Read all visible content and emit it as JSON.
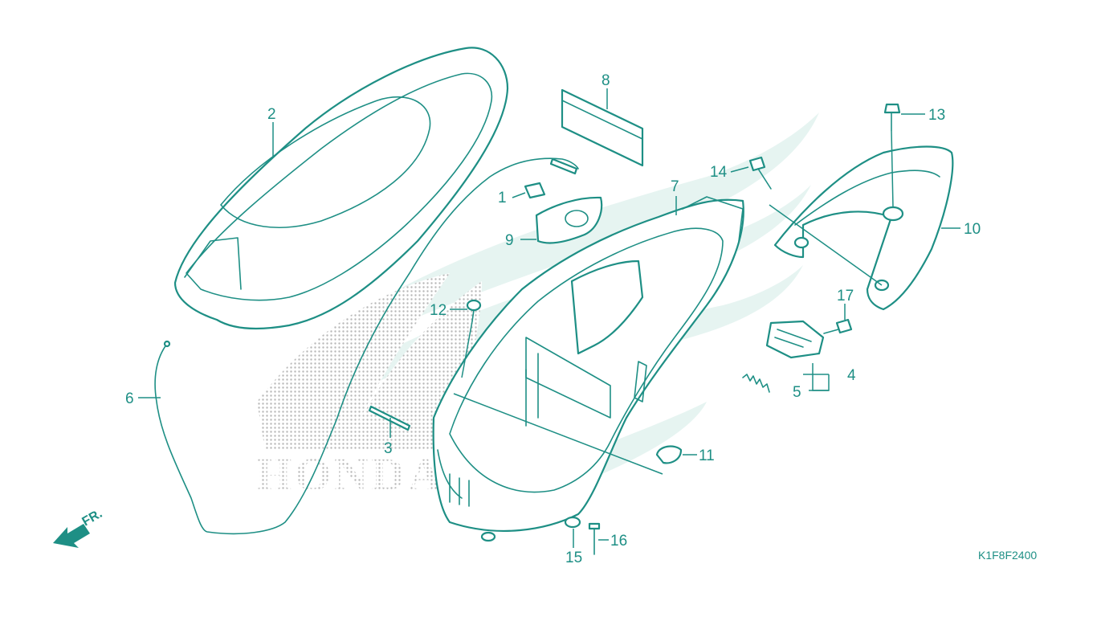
{
  "diagram": {
    "diagram_code": "K1F8F2400",
    "direction_label": "FR.",
    "watermark_text": "HONDA",
    "line_color": "#1e8f85",
    "watermark_color": "#e6f4f1",
    "callouts": {
      "c1": "1",
      "c2": "2",
      "c3": "3",
      "c4": "4",
      "c5": "5",
      "c6": "6",
      "c7": "7",
      "c8": "8",
      "c9": "9",
      "c10": "10",
      "c11": "11",
      "c12": "12",
      "c13": "13",
      "c14": "14",
      "c15": "15",
      "c16": "16",
      "c17": "17"
    }
  }
}
